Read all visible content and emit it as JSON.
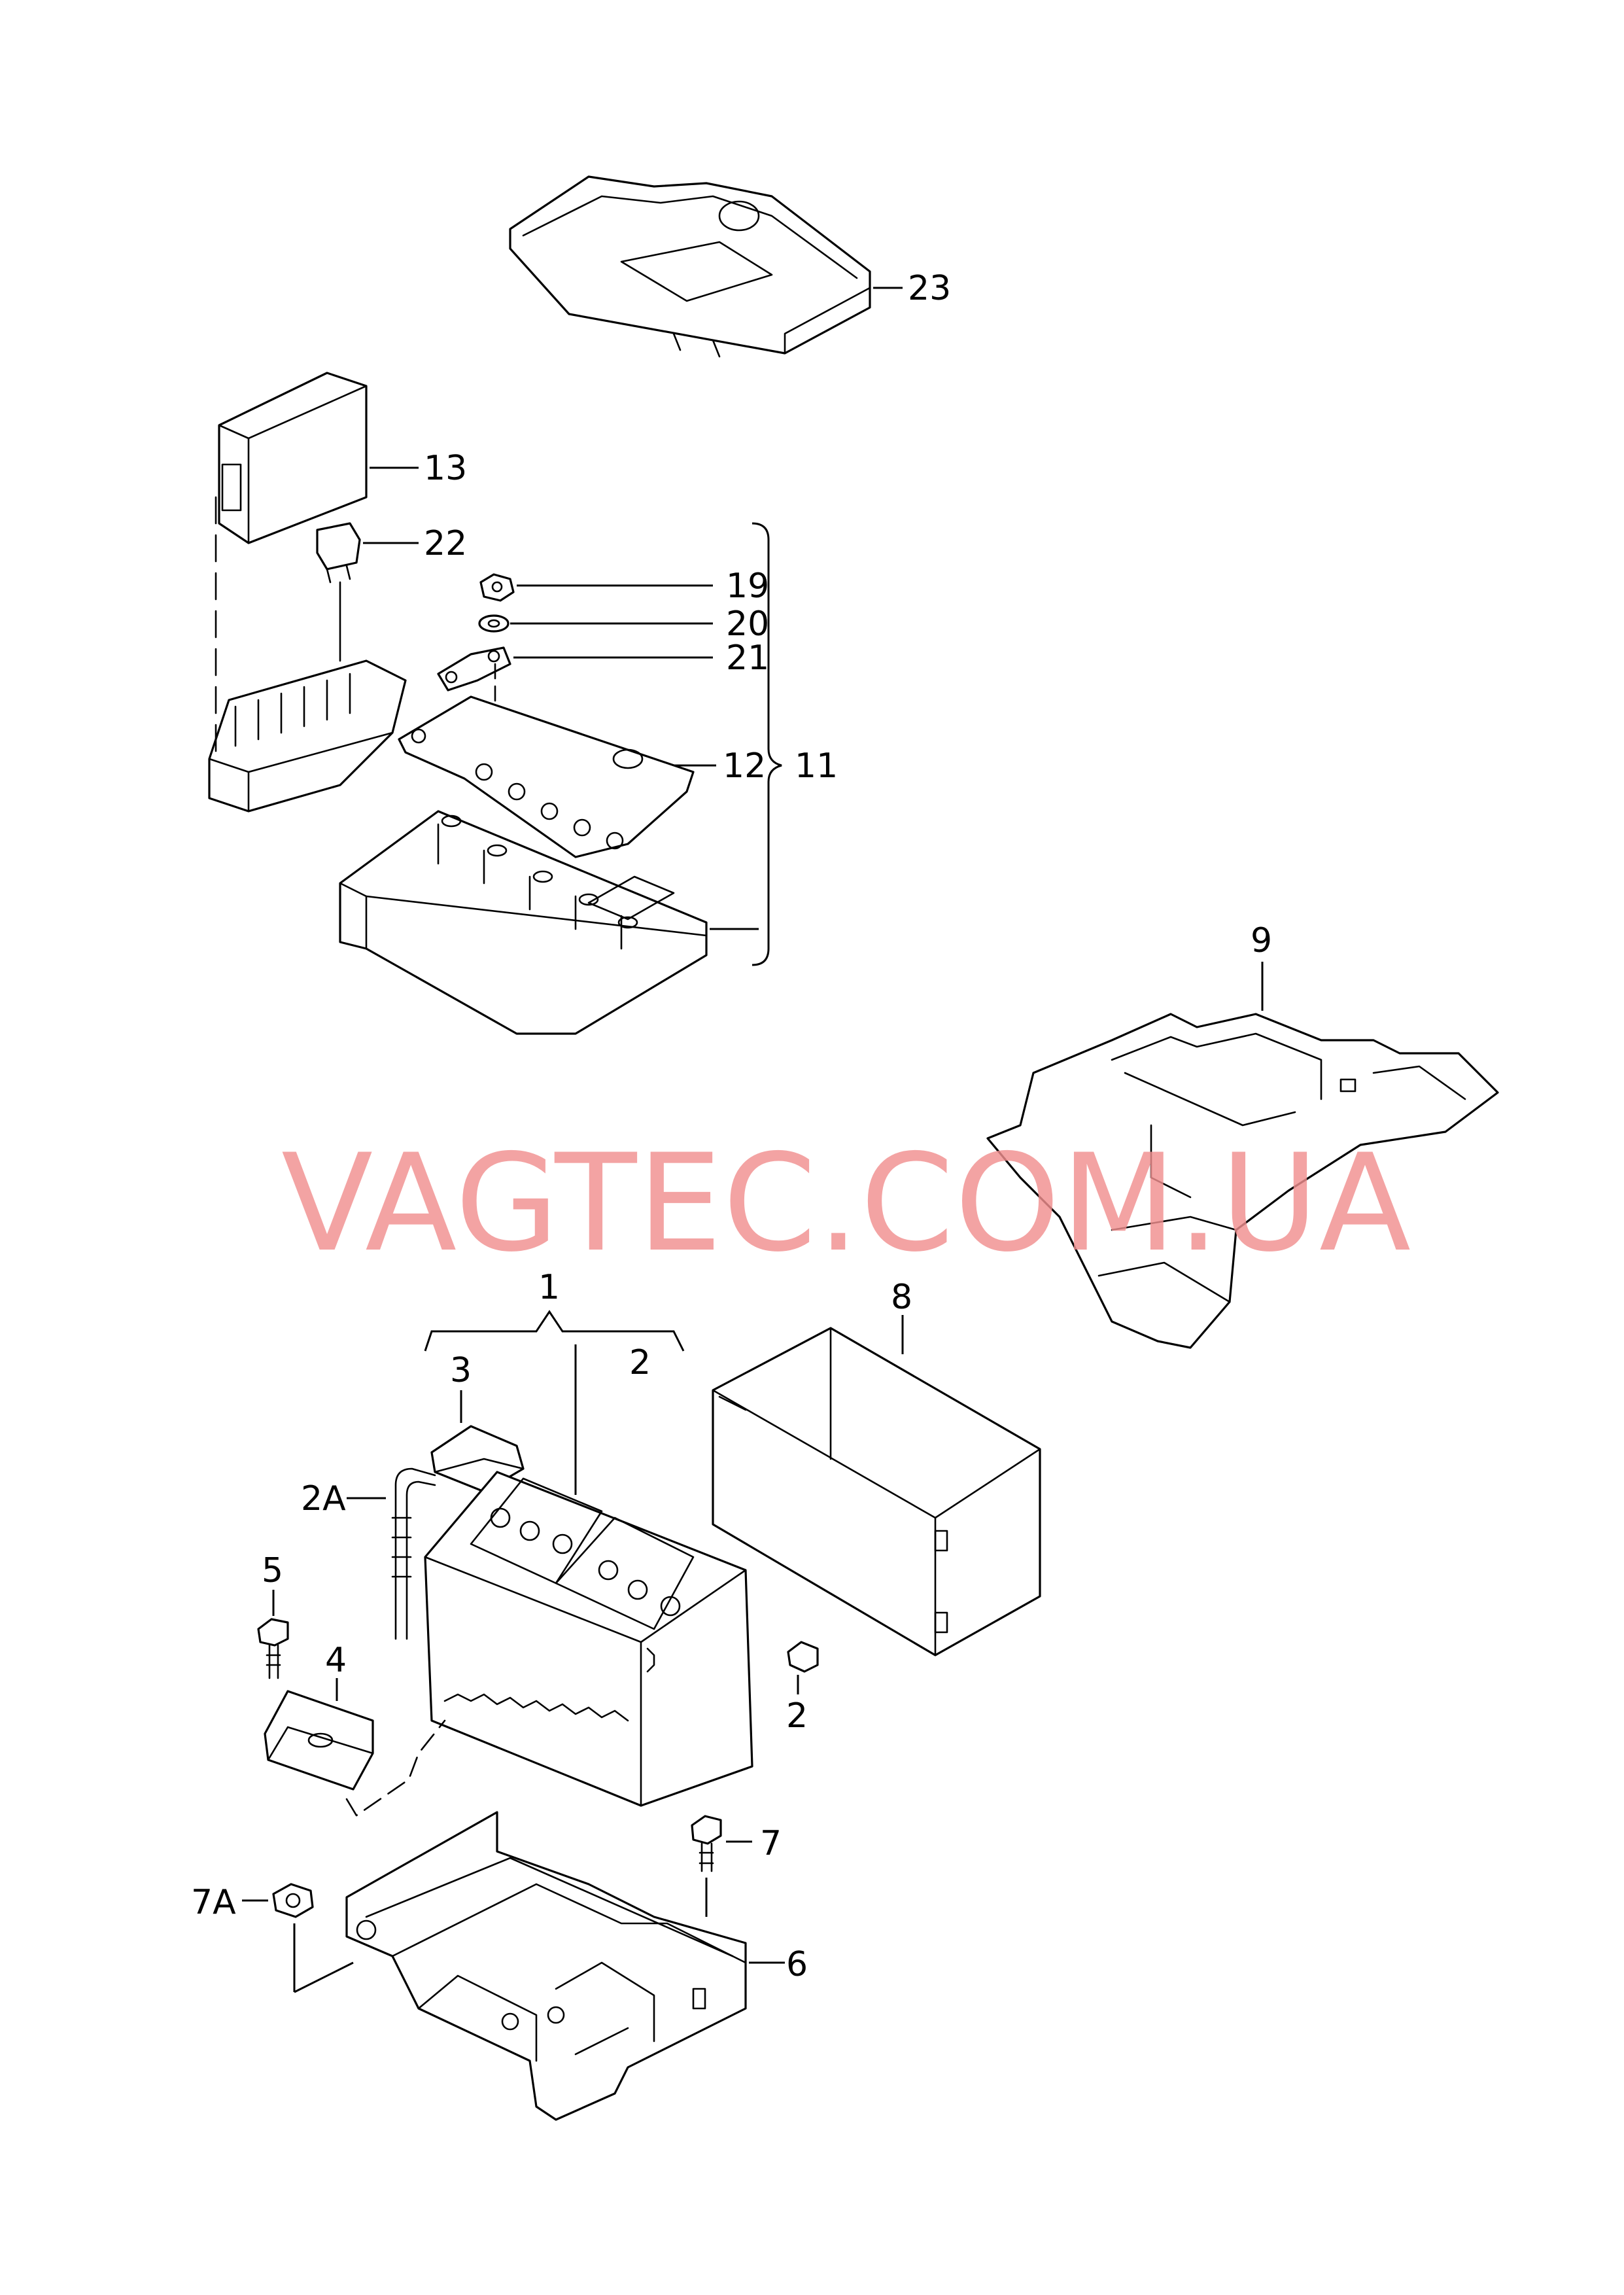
{
  "watermark": "VAGTEC.COM.UA",
  "callouts": {
    "c1": "1",
    "c2a": "2",
    "c2b": "2",
    "c2A": "2A",
    "c3": "3",
    "c4": "4",
    "c5": "5",
    "c6": "6",
    "c7": "7",
    "c7A": "7A",
    "c8": "8",
    "c9": "9",
    "c11": "11",
    "c12": "12",
    "c13": "13",
    "c19": "19",
    "c20": "20",
    "c21": "21",
    "c22": "22",
    "c23": "23"
  },
  "colors": {
    "line": "#000000",
    "watermark": "#f08f8f",
    "background": "#ffffff"
  }
}
